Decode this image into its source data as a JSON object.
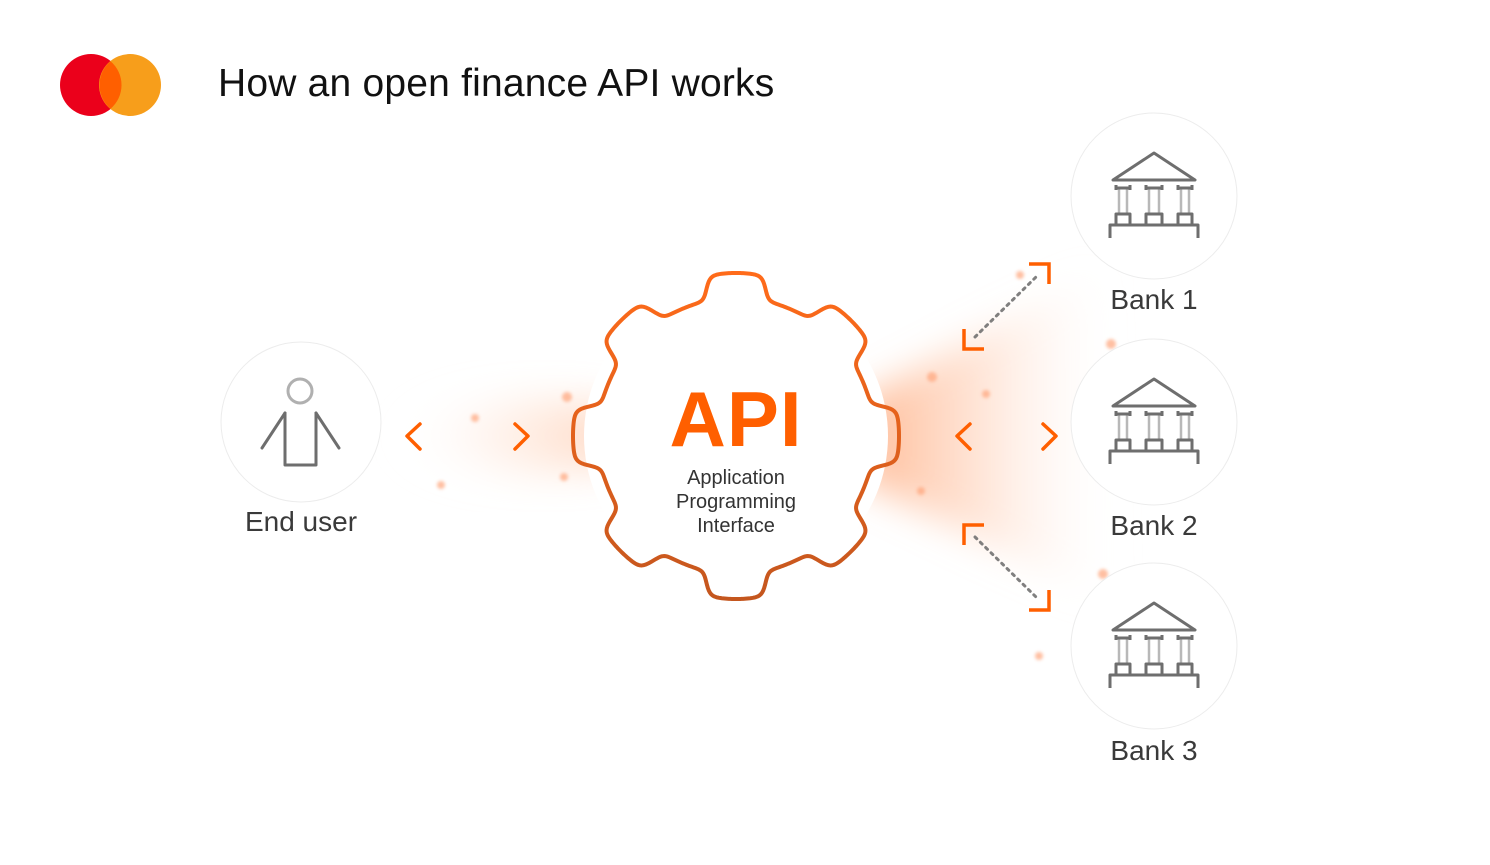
{
  "header": {
    "title": "How an open finance API works",
    "logo": {
      "name": "brand-logo-circles",
      "colors": {
        "left": "#EB001B",
        "right": "#F79E1B",
        "overlap": "#FF5F00"
      }
    }
  },
  "diagram": {
    "center": {
      "label": "API",
      "subtitle_lines": [
        "Application",
        "Programming",
        "Interface"
      ],
      "icon": "gear-icon",
      "colors": {
        "label": "#FF5F00",
        "stroke_top": "#FF6B1A",
        "stroke_bottom": "#C4561E",
        "glow": "#FF8A4C"
      }
    },
    "end_user": {
      "label": "End user",
      "icon": "person-icon"
    },
    "banks": [
      {
        "label": "Bank 1",
        "icon": "bank-icon"
      },
      {
        "label": "Bank 2",
        "icon": "bank-icon"
      },
      {
        "label": "Bank 3",
        "icon": "bank-icon"
      }
    ],
    "connectors": [
      {
        "from": "End user",
        "to": "API",
        "type": "bidirectional"
      },
      {
        "from": "API",
        "to": "Bank 1",
        "type": "bidirectional"
      },
      {
        "from": "API",
        "to": "Bank 2",
        "type": "bidirectional"
      },
      {
        "from": "API",
        "to": "Bank 3",
        "type": "bidirectional"
      }
    ],
    "colors": {
      "arrow": "#FF5F00",
      "icon_stroke": "#6e6e6e",
      "icon_light": "#b8b8b8",
      "circle_border": "#ececec",
      "text": "#3a3a3a"
    }
  }
}
